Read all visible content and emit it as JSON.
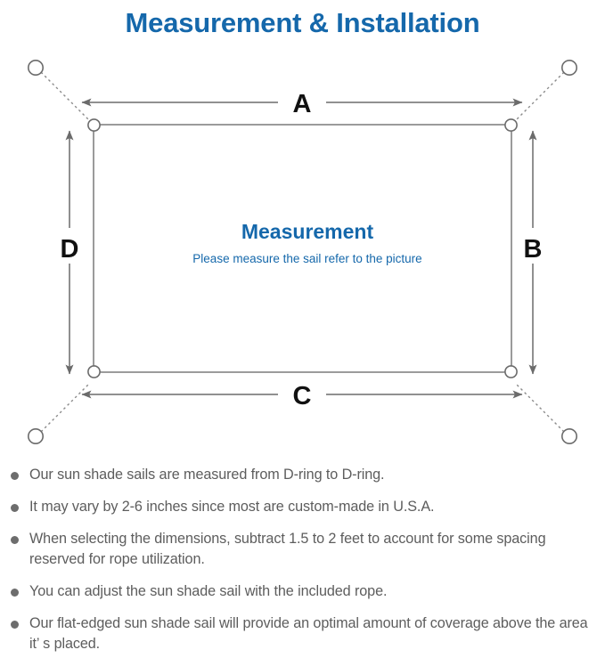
{
  "page": {
    "title": "Measurement & Installation",
    "title_color": "#1568ab"
  },
  "diagram": {
    "name": "sun-shade-sail-measurement-diagram",
    "center_title": "Measurement",
    "center_subtitle": "Please measure the sail refer to the picture",
    "center_text_color": "#1568ab",
    "line_color": "#6b6b6b",
    "sail_stroke": "#7a7a7a",
    "labels": {
      "top": "A",
      "right": "B",
      "bottom": "C",
      "left": "D"
    },
    "dimension_arrows": [
      {
        "id": "A",
        "label": "A",
        "orientation": "horizontal",
        "position": "top"
      },
      {
        "id": "B",
        "label": "B",
        "orientation": "vertical",
        "position": "right"
      },
      {
        "id": "C",
        "label": "C",
        "orientation": "horizontal",
        "position": "bottom"
      },
      {
        "id": "D",
        "label": "D",
        "orientation": "vertical",
        "position": "left"
      }
    ],
    "anchor_points": [
      {
        "id": "top-left",
        "corner": "top-left"
      },
      {
        "id": "top-right",
        "corner": "top-right"
      },
      {
        "id": "bottom-left",
        "corner": "bottom-left"
      },
      {
        "id": "bottom-right",
        "corner": "bottom-right"
      }
    ],
    "d_rings": [
      {
        "id": "sail-d-ring-top-left"
      },
      {
        "id": "sail-d-ring-top-right"
      },
      {
        "id": "sail-d-ring-bottom-left"
      },
      {
        "id": "sail-d-ring-bottom-right"
      }
    ]
  },
  "notes": {
    "bullet_color": "#6d6d6d",
    "text_color": "#5d5d5d",
    "items": [
      "Our sun shade sails are measured from D-ring to D-ring.",
      "It may vary by 2-6 inches since most are custom-made in U.S.A.",
      "When selecting the dimensions, subtract 1.5 to 2 feet to account for some spacing reserved for rope utilization.",
      "You can adjust the sun shade sail with the included rope.",
      "Our flat-edged sun shade sail will provide an optimal amount of coverage above the area it’ s placed."
    ]
  }
}
